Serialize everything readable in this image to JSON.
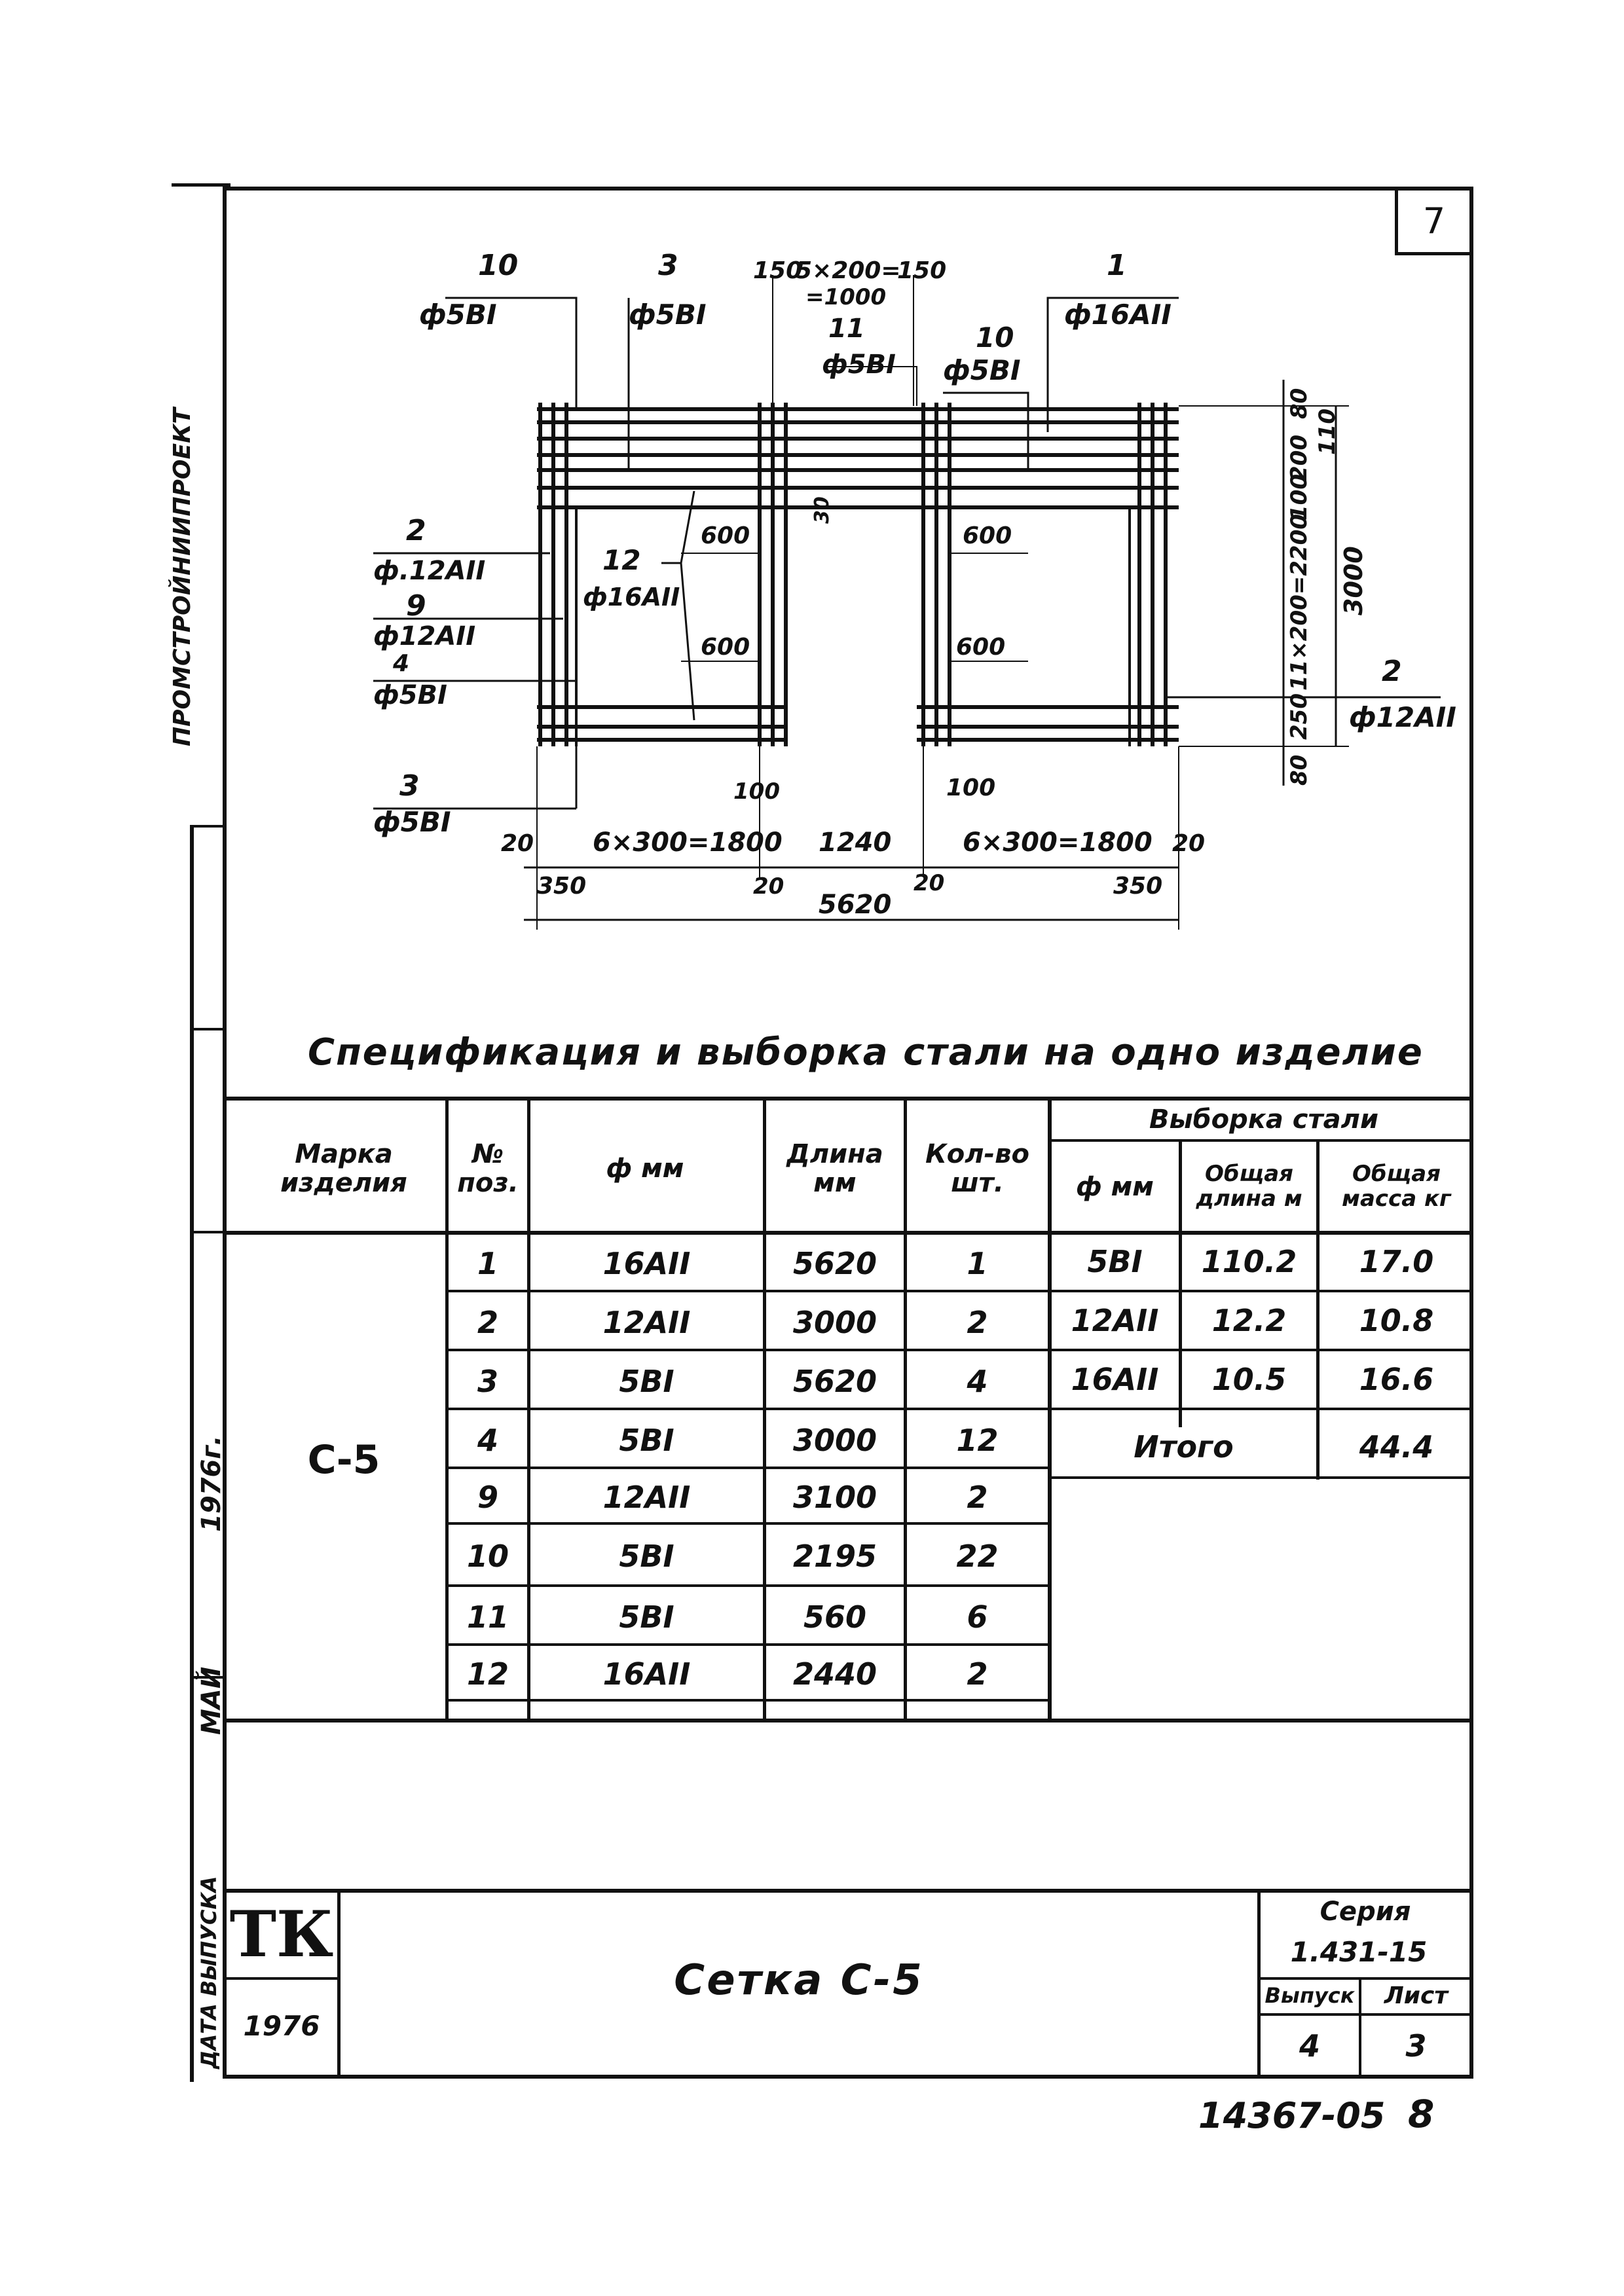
{
  "sheet_number": "7",
  "side_stamp": {
    "org": "ПРОМСТРОЙНИИПРОЕКТ",
    "year": "1976г.",
    "month": "МАЙ",
    "release_date_label": "ДАТА ВЫПУСКА"
  },
  "drawing": {
    "callouts": [
      {
        "pos": "10",
        "spec": "ф5ВI"
      },
      {
        "pos": "3",
        "spec": "ф5ВI"
      },
      {
        "pos": "11",
        "spec": "ф5ВI"
      },
      {
        "pos": "10",
        "spec": "ф5ВI"
      },
      {
        "pos": "1",
        "spec": "ф16АII"
      },
      {
        "pos": "2",
        "spec": "ф12АII"
      },
      {
        "pos": "12",
        "spec": "ф16АII"
      },
      {
        "pos": "9",
        "spec": "ф12АII"
      },
      {
        "pos": "4",
        "spec": "ф5ВI"
      },
      {
        "pos": "3",
        "spec": "ф5ВI"
      },
      {
        "pos": "2",
        "spec": "ф12АII"
      }
    ],
    "dims": {
      "top_left": "150",
      "top_mid": "5×200=",
      "top_mid2": "=1000",
      "top_right": "150",
      "d600_1": "600",
      "d600_2": "600",
      "d600_3": "600",
      "d600_4": "600",
      "d30": "30",
      "d100_1": "100",
      "d100_2": "100",
      "bot_20_1": "20",
      "bot_1800_1": "6×300=1800",
      "bot_1240": "1240",
      "bot_1800_2": "6×300=1800",
      "bot_20_2": "20",
      "bot_350_1": "350",
      "bot_20_3": "20",
      "bot_20_4": "20",
      "bot_350_2": "350",
      "total": "5620",
      "r80_top": "80",
      "r110": "110",
      "r200": "200",
      "r100": "100",
      "r_mid": "11×200=2200",
      "r3000": "3000",
      "r250": "250",
      "r80_bot": "80"
    }
  },
  "spec_title": "Спецификация и выборка стали на одно изделие",
  "spec_table": {
    "headers": {
      "mark": "Марка изделия",
      "pos": "№ поз.",
      "dia": "ф мм",
      "len": "Длина мм",
      "qty": "Кол-во шт.",
      "selection": "Выборка стали",
      "sel_dia": "ф мм",
      "sel_len": "Общая длина м",
      "sel_mass": "Общая масса кг"
    },
    "mark": "С-5",
    "rows": [
      {
        "pos": "1",
        "dia": "16АII",
        "len": "5620",
        "qty": "1"
      },
      {
        "pos": "2",
        "dia": "12АII",
        "len": "3000",
        "qty": "2"
      },
      {
        "pos": "3",
        "dia": "5ВI",
        "len": "5620",
        "qty": "4"
      },
      {
        "pos": "4",
        "dia": "5ВI",
        "len": "3000",
        "qty": "12"
      },
      {
        "pos": "9",
        "dia": "12АII",
        "len": "3100",
        "qty": "2"
      },
      {
        "pos": "10",
        "dia": "5ВI",
        "len": "2195",
        "qty": "22"
      },
      {
        "pos": "11",
        "dia": "5ВI",
        "len": "560",
        "qty": "6"
      },
      {
        "pos": "12",
        "dia": "16АII",
        "len": "2440",
        "qty": "2"
      }
    ],
    "selection_rows": [
      {
        "dia": "5ВI",
        "len": "110.2",
        "mass": "17.0"
      },
      {
        "dia": "12АII",
        "len": "12.2",
        "mass": "10.8"
      },
      {
        "dia": "16АII",
        "len": "10.5",
        "mass": "16.6"
      }
    ],
    "total_label": "Итого",
    "total_value": "44.4"
  },
  "title_block": {
    "logo": "ТК",
    "year": "1976",
    "name": "Сетка С-5",
    "series_label": "Серия",
    "series_value": "1.431-15",
    "issue_label": "Выпуск",
    "sheet_label": "Лист",
    "issue_value": "4",
    "sheet_value": "3"
  },
  "footer_code": "14367-05",
  "footer_page": "8"
}
